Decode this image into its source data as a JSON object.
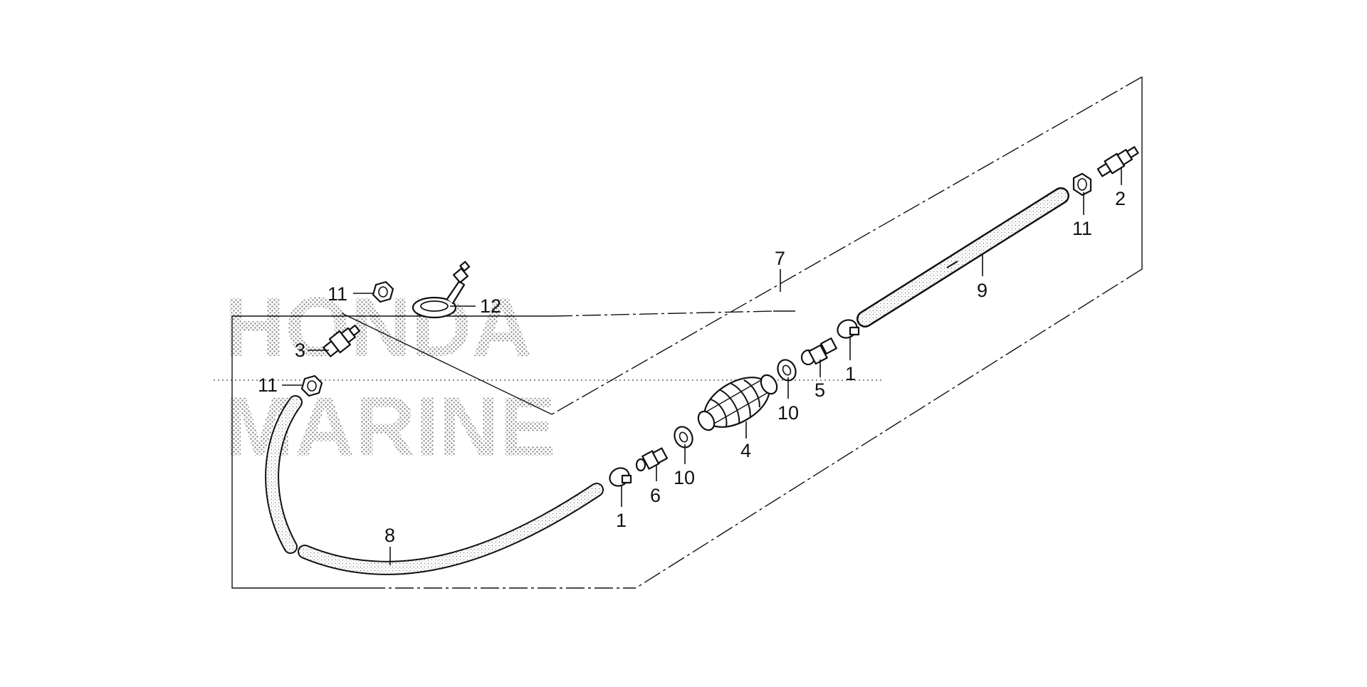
{
  "watermark": {
    "line1": "HONDA",
    "line2": "MARINE",
    "color": "#9a9a9a"
  },
  "callouts": {
    "p1_upper": "1",
    "p1_lower": "1",
    "p2": "2",
    "p3": "3",
    "p4": "4",
    "p5": "5",
    "p6": "6",
    "p7": "7",
    "p8": "8",
    "p9": "9",
    "p10_upper": "10",
    "p10_lower": "10",
    "p11_top": "11",
    "p11_mid": "11",
    "p11_right": "11",
    "p12": "12"
  },
  "colors": {
    "line": "#111111",
    "paper": "#ffffff"
  }
}
